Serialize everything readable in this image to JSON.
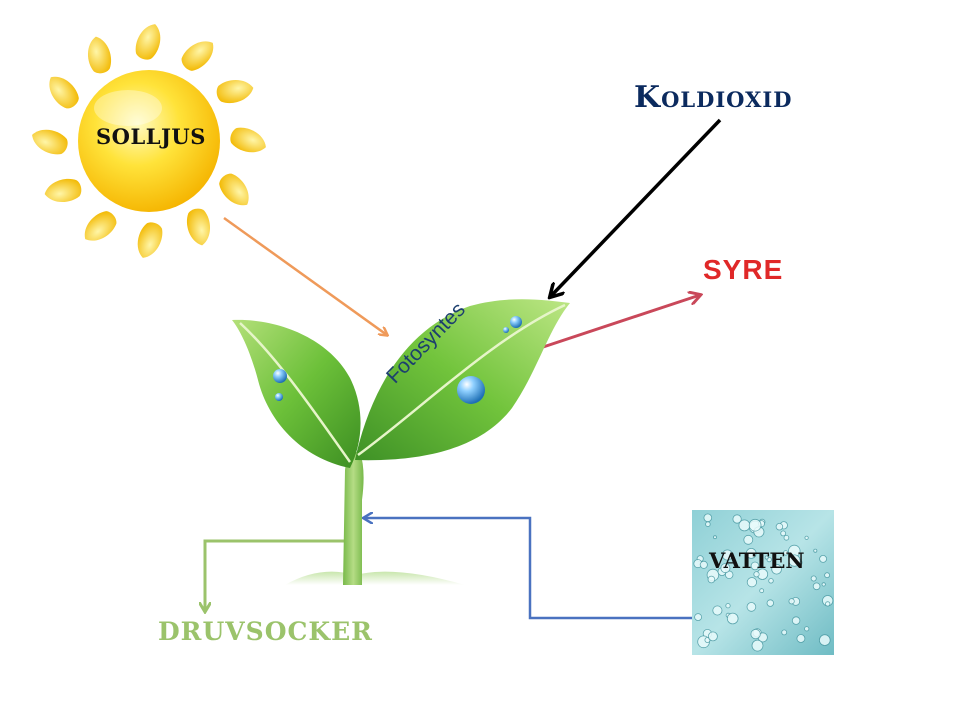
{
  "labels": {
    "sunlight": "SOLLJUS",
    "carbon_dioxide": "Koldioxid",
    "oxygen": "SYRE",
    "photosynthesis": "Fotosyntes",
    "water": "VATTEN",
    "glucose": "DRUVSOCKER"
  },
  "colors": {
    "sun": "#ffd21a",
    "sun_rays": "#f7c70f",
    "leaf": "#6cc039",
    "arrow_sunlight": "#ef9a5a",
    "arrow_co2": "#000000",
    "arrow_o2": "#c9485a",
    "arrow_water": "#4a72c0",
    "arrow_glucose": "#9bc36b",
    "water_tile": "#7dc6cc"
  },
  "icons": {
    "sun": "sun-icon",
    "plant": "seedling-icon",
    "water": "water-drops-icon"
  }
}
